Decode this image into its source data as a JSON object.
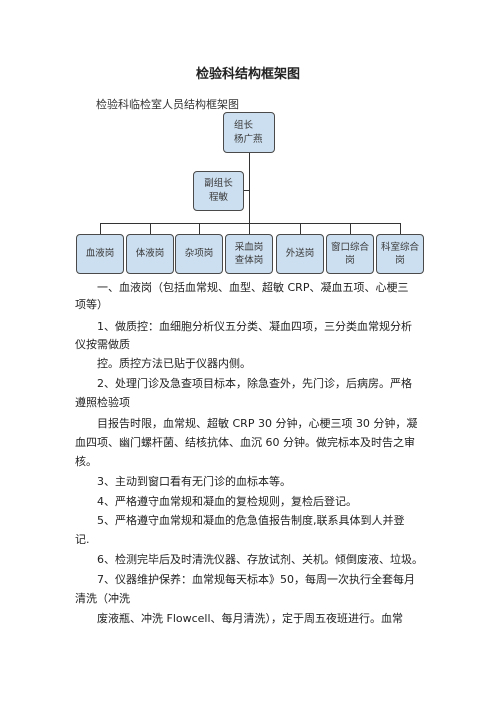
{
  "document": {
    "title": "检验科结构框架图",
    "subtitle": "检验科临检室人员结构框架图"
  },
  "org_chart": {
    "leader": {
      "role": "组长",
      "name": "杨广燕"
    },
    "deputy": {
      "role": "副组长",
      "name": "程敏"
    },
    "departments": [
      {
        "line1": "血液岗",
        "line2": ""
      },
      {
        "line1": "体液岗",
        "line2": ""
      },
      {
        "line1": "杂项岗",
        "line2": ""
      },
      {
        "line1": "采血岗",
        "line2": "查体岗"
      },
      {
        "line1": "外送岗",
        "line2": ""
      },
      {
        "line1": "窗口综合",
        "line2": "岗"
      },
      {
        "line1": "科室综合",
        "line2": "岗"
      }
    ]
  },
  "body": {
    "lines": [
      "　　一、血液岗（包括血常规、血型、超敏 CRP、凝血五项、心梗三",
      "项等）",
      "　　1、做质控：血细胞分析仪五分类、凝血四项，三分类血常规分析",
      "仪按需做质",
      "　　控。质控方法已贴于仪器内侧。",
      "　　2、处理门诊及急查项目标本，除急查外，先门诊，后病房。严格",
      "遵照检验项",
      "　　目报告时限，血常规、超敏 CRP 30 分钟，心梗三项 30 分钟，凝",
      "血四项、幽门螺杆菌、结核抗体、血沉 60 分钟。做完标本及时告之审",
      "核。",
      "　　3、主动到窗口看有无门诊的血标本等。",
      "　　4、严格遵守血常规和凝血的复检规则，复检后登记。",
      "　　5、严格遵守血常规和凝血的危急值报告制度,联系具体到人并登",
      "记.",
      "　　6、检测完毕后及时清洗仪器、存放试剂、关机。倾倒废液、垃圾。",
      "　　7、仪器维护保养：血常规每天标本》50，每周一次执行全套每月",
      "清洗（冲洗",
      "　　废液瓶、冲洗 Flowcell、每月清洗），定于周五夜班进行。血常"
    ]
  }
}
